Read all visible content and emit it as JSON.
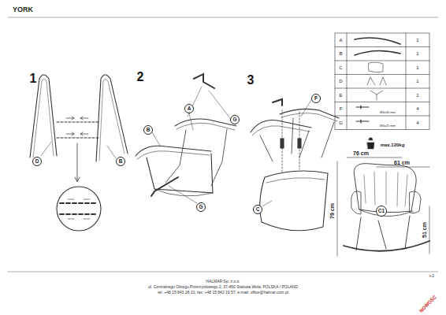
{
  "diagram": {
    "title": "YORK",
    "nodes": [
      {
        "text": [
          "D"
        ]
      },
      {
        "text": [
          "B"
        ]
      },
      {
        "text": [
          "A"
        ]
      },
      {
        "text": [
          "B"
        ]
      },
      {
        "text": [
          "G"
        ]
      },
      {
        "text": [
          "G"
        ]
      },
      {
        "text": [
          "F"
        ]
      },
      {
        "text": [
          "C"
        ]
      },
      {
        "text": [
          "C1"
        ]
      }
    ],
    "labels": [
      "1",
      "2",
      "3",
      "A",
      "1",
      "B",
      "1",
      "C",
      "1",
      "D",
      "1",
      "E",
      "1",
      "F",
      "M6x30 mm",
      "4",
      "G",
      "M6x25 mm",
      "4",
      "max.120kg",
      "76 cm",
      "61 cm",
      "79 cm",
      "51 cm",
      "HALMAR Sp. z o.o.",
      "ul. Centralnego Okręgu Przemysłowego 2, 37-450 Stalowa Wola, POLSKA / POLAND",
      "tel. +48 15 843 28 10, fax: +48 15 842 19 57, e-mail: office@halmar.com.pl",
      "v.2",
      "NOWOŚĆ"
    ]
  }
}
